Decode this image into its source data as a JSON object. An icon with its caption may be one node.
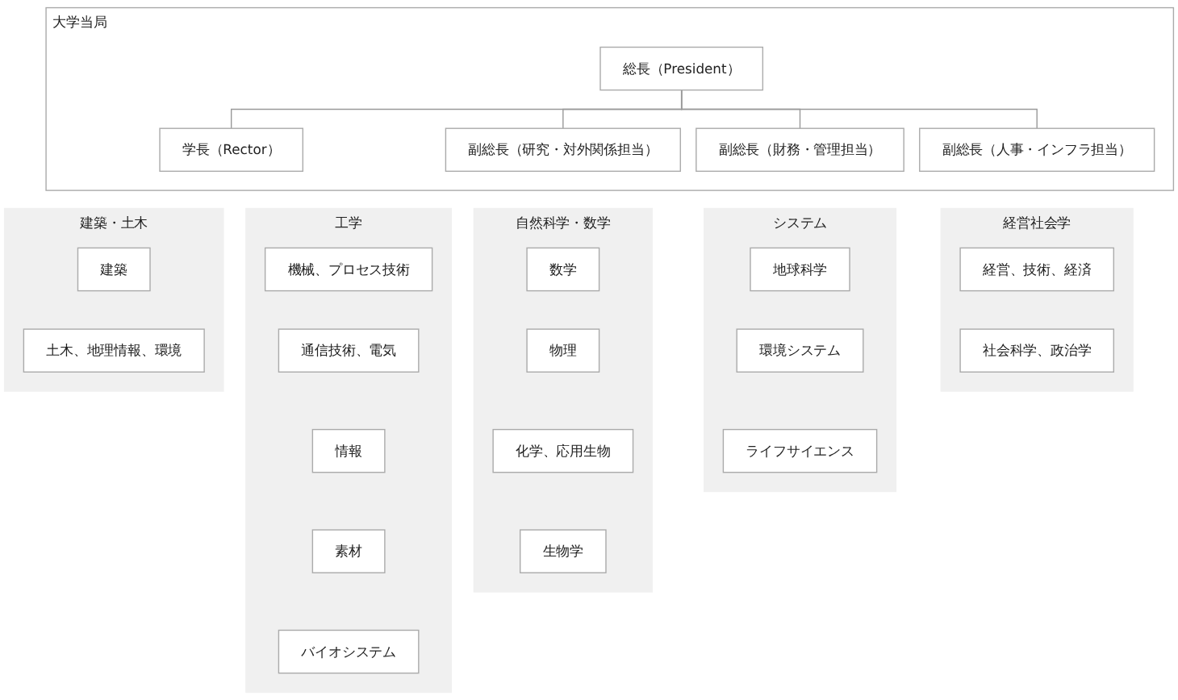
{
  "diagram": {
    "nodes": [
      {
        "text": [
          "大学当局"
        ]
      },
      {
        "text": [
          "総長（President）"
        ],
        "in": 0
      },
      {
        "text": [
          "学長（Rector）"
        ],
        "in": 0
      },
      {
        "text": [
          "副総長（研究・対外関係担当）"
        ],
        "in": 0
      },
      {
        "text": [
          "副総長（財務・管理担当）"
        ],
        "in": 0
      },
      {
        "text": [
          "副総長（人事・インフラ担当）"
        ],
        "in": 0
      },
      {
        "text": [
          "建築・土木"
        ]
      },
      {
        "text": [
          "建築"
        ],
        "in": 6
      },
      {
        "text": [
          "土木、地理情報、環境"
        ],
        "in": 6
      },
      {
        "text": [
          "工学"
        ]
      },
      {
        "text": [
          "機械、プロセス技術"
        ],
        "in": 9
      },
      {
        "text": [
          "通信技術、電気"
        ],
        "in": 9
      },
      {
        "text": [
          "情報"
        ],
        "in": 9
      },
      {
        "text": [
          "素材"
        ],
        "in": 9
      },
      {
        "text": [
          "バイオシステム"
        ],
        "in": 9
      },
      {
        "text": [
          "自然科学・数学"
        ]
      },
      {
        "text": [
          "数学"
        ],
        "in": 15
      },
      {
        "text": [
          "物理"
        ],
        "in": 15
      },
      {
        "text": [
          "化学、応用生物"
        ],
        "in": 15
      },
      {
        "text": [
          "生物学"
        ],
        "in": 15
      },
      {
        "text": [
          "システム"
        ]
      },
      {
        "text": [
          "地球科学"
        ],
        "in": 20
      },
      {
        "text": [
          "環境システム"
        ],
        "in": 20
      },
      {
        "text": [
          "ライフサイエンス"
        ],
        "in": 20
      },
      {
        "text": [
          "経営社会学"
        ]
      },
      {
        "text": [
          "経営、技術、経済"
        ],
        "in": 24
      },
      {
        "text": [
          "社会科学、政治学"
        ],
        "in": 24
      }
    ],
    "edges": [
      {
        "from": 1,
        "to": 2,
        "arrow": "none"
      },
      {
        "from": 1,
        "to": 3,
        "arrow": "none"
      },
      {
        "from": 1,
        "to": 4,
        "arrow": "none"
      },
      {
        "from": 1,
        "to": 5,
        "arrow": "none"
      }
    ]
  }
}
